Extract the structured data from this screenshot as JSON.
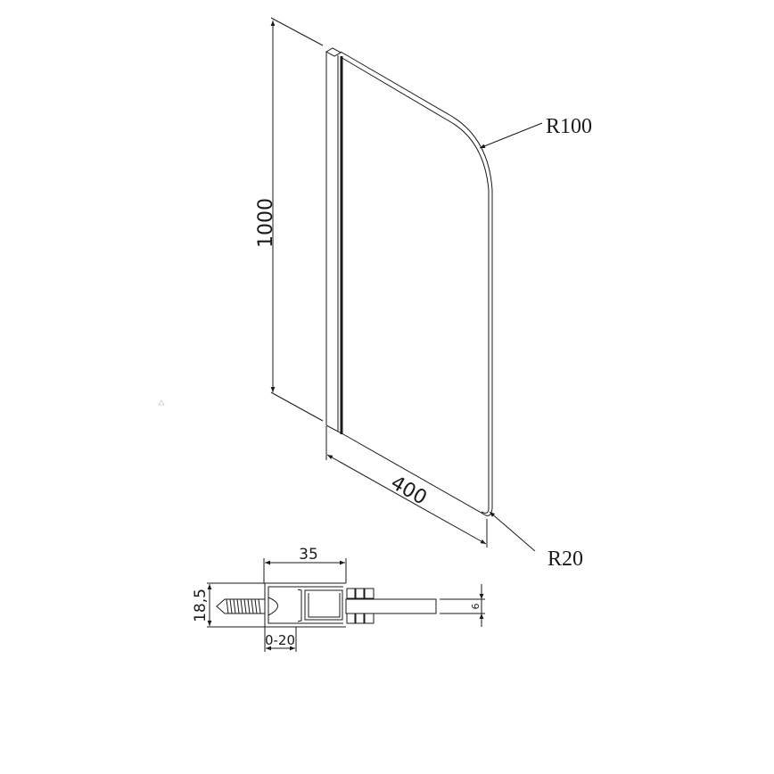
{
  "drawing": {
    "panel_view": {
      "height_label": "1000",
      "width_label": "400",
      "top_radius_label": "R100",
      "bottom_radius_label": "R20"
    },
    "profile_section": {
      "profile_width_label": "35",
      "profile_depth_label": "18,5",
      "adjustment_label": "0-20",
      "glass_thickness_label": "6"
    },
    "colors": {
      "line": "#1a1a1a",
      "background": "#ffffff"
    }
  }
}
